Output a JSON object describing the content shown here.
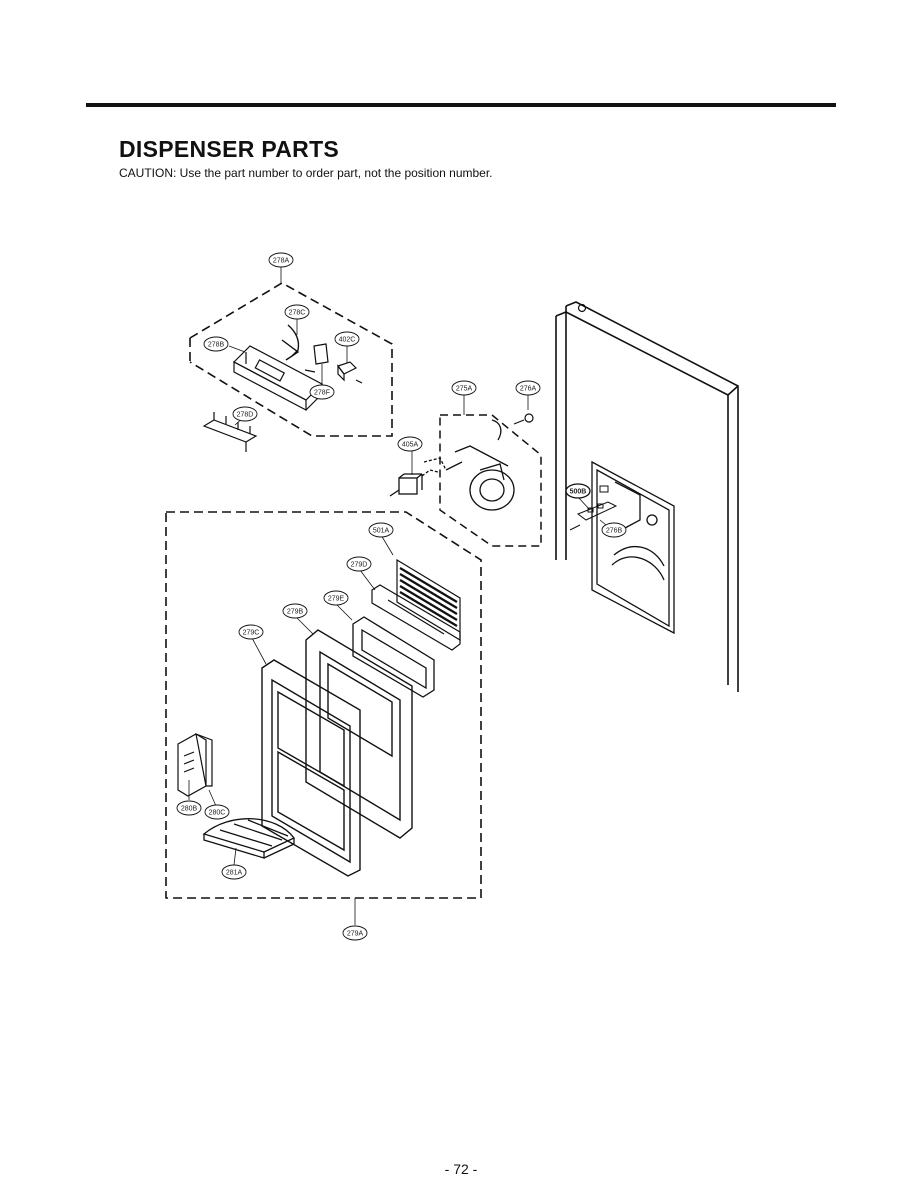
{
  "page": {
    "title": "DISPENSER PARTS",
    "caution": "CAUTION: Use the part number to order part, not the position number.",
    "page_number": "- 72 -"
  },
  "callouts": {
    "c278A": "278A",
    "c278C": "278C",
    "c278B": "278B",
    "c402C": "402C",
    "c278F": "278F",
    "c278D": "278D",
    "c275A": "275A",
    "c276A": "276A",
    "c405A": "405A",
    "c500B": "500B",
    "c276B": "276B",
    "c501A": "501A",
    "c279D": "279D",
    "c279E": "279E",
    "c279B": "279B",
    "c279C": "279C",
    "c280B": "280B",
    "c280C": "280C",
    "c281A": "281A",
    "c279A": "279A"
  }
}
